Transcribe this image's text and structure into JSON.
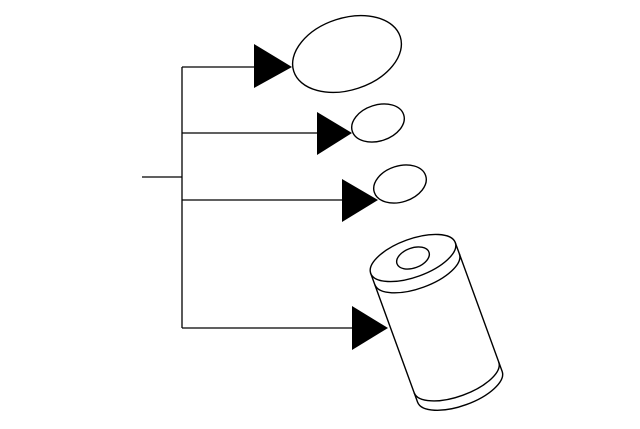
{
  "diagram": {
    "type": "exploded-parts-callout",
    "background_color": "#ffffff",
    "stroke_color": "#000000",
    "arrow_color": "#000000",
    "parts": [
      {
        "id": "part-1",
        "shape": "oval-gasket"
      },
      {
        "id": "part-2",
        "shape": "small-oval-washer"
      },
      {
        "id": "part-3",
        "shape": "small-oval-washer"
      },
      {
        "id": "part-4",
        "shape": "cylindrical-filter-cartridge"
      }
    ]
  }
}
